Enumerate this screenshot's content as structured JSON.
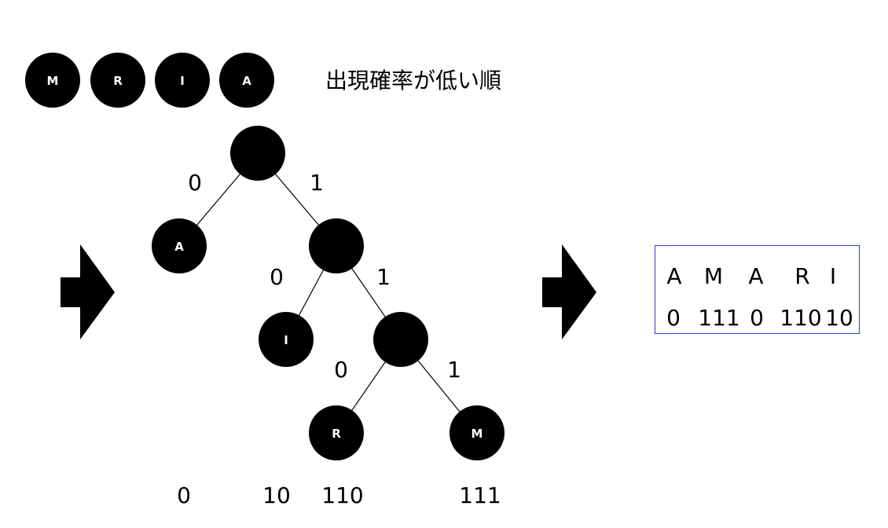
{
  "order_symbols": [
    "M",
    "R",
    "I",
    "A"
  ],
  "order_caption": "出現確率が低い順",
  "tree": {
    "nodes": {
      "root": "",
      "a": "A",
      "n2": "",
      "i": "I",
      "n3": "",
      "r": "R",
      "m": "M"
    },
    "edge_labels": {
      "root_a": "0",
      "root_n2": "1",
      "n2_i": "0",
      "n2_n3": "1",
      "n3_r": "0",
      "n3_m": "1"
    }
  },
  "codes": {
    "a": "0",
    "i": "10",
    "r": "110",
    "m": "111"
  },
  "result": {
    "letters": [
      "A",
      "M",
      "A",
      "R",
      "I"
    ],
    "codes": [
      "0",
      "111",
      "0",
      "110",
      "10"
    ],
    "border_color": "#2b3bd0"
  }
}
